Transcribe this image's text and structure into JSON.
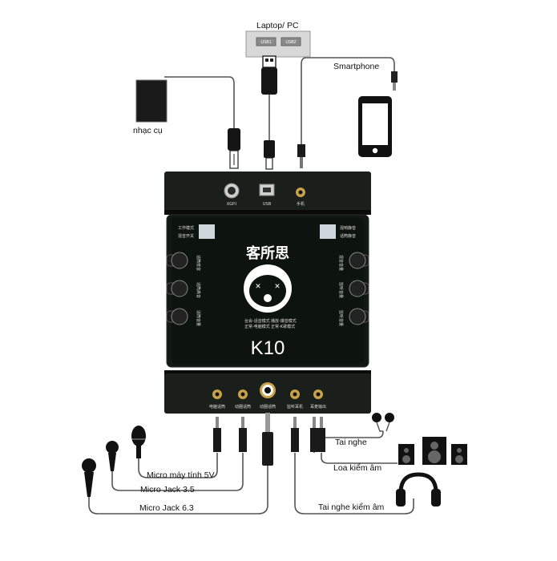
{
  "labels": {
    "laptop": "Laptop/ PC",
    "usb1": "USB1",
    "usb2": "USB2",
    "smartphone": "Smartphone",
    "instrument": "nhạc cụ",
    "mic_5v": "Micro máy tính 5V",
    "mic_35": "Micro Jack 3.5",
    "mic_63": "Micro Jack 6.3",
    "headphones": "Tai nghe",
    "monitor_speakers": "Loa kiểm âm",
    "monitor_headphones": "Tai nghe kiểm âm"
  },
  "device": {
    "brand": "客所思",
    "model": "K10",
    "top_ports": [
      "XGP.I",
      "USB",
      "手机"
    ],
    "bottom_ports": [
      "电脑话筒",
      "动圈话筒",
      "动圈话筒",
      "监听耳机",
      "耳麦输出"
    ],
    "left_switches": [
      "工作模式",
      "混音开关"
    ],
    "right_switches": [
      "混响静音",
      "话筒静音"
    ],
    "left_knobs": [
      "话筒低音",
      "话筒高音",
      "话筒音量"
    ],
    "right_knobs": [
      "混音音量",
      "监听音量",
      "监听音量"
    ],
    "center_text": [
      "台会-话音模式",
      "正常-电脑模式",
      "播放-爆音模式",
      "正常-K歌模式"
    ]
  },
  "colors": {
    "body": "#1a1f1c",
    "panel": "#0f1612",
    "connector": "#c8a24a",
    "cable": "#555555"
  }
}
